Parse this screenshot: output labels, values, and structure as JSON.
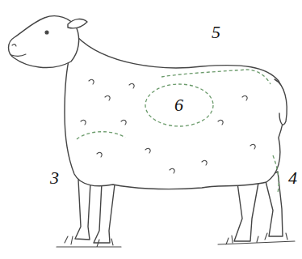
{
  "diagram": {
    "labels": [
      "5",
      "6",
      "3",
      "4"
    ]
  }
}
